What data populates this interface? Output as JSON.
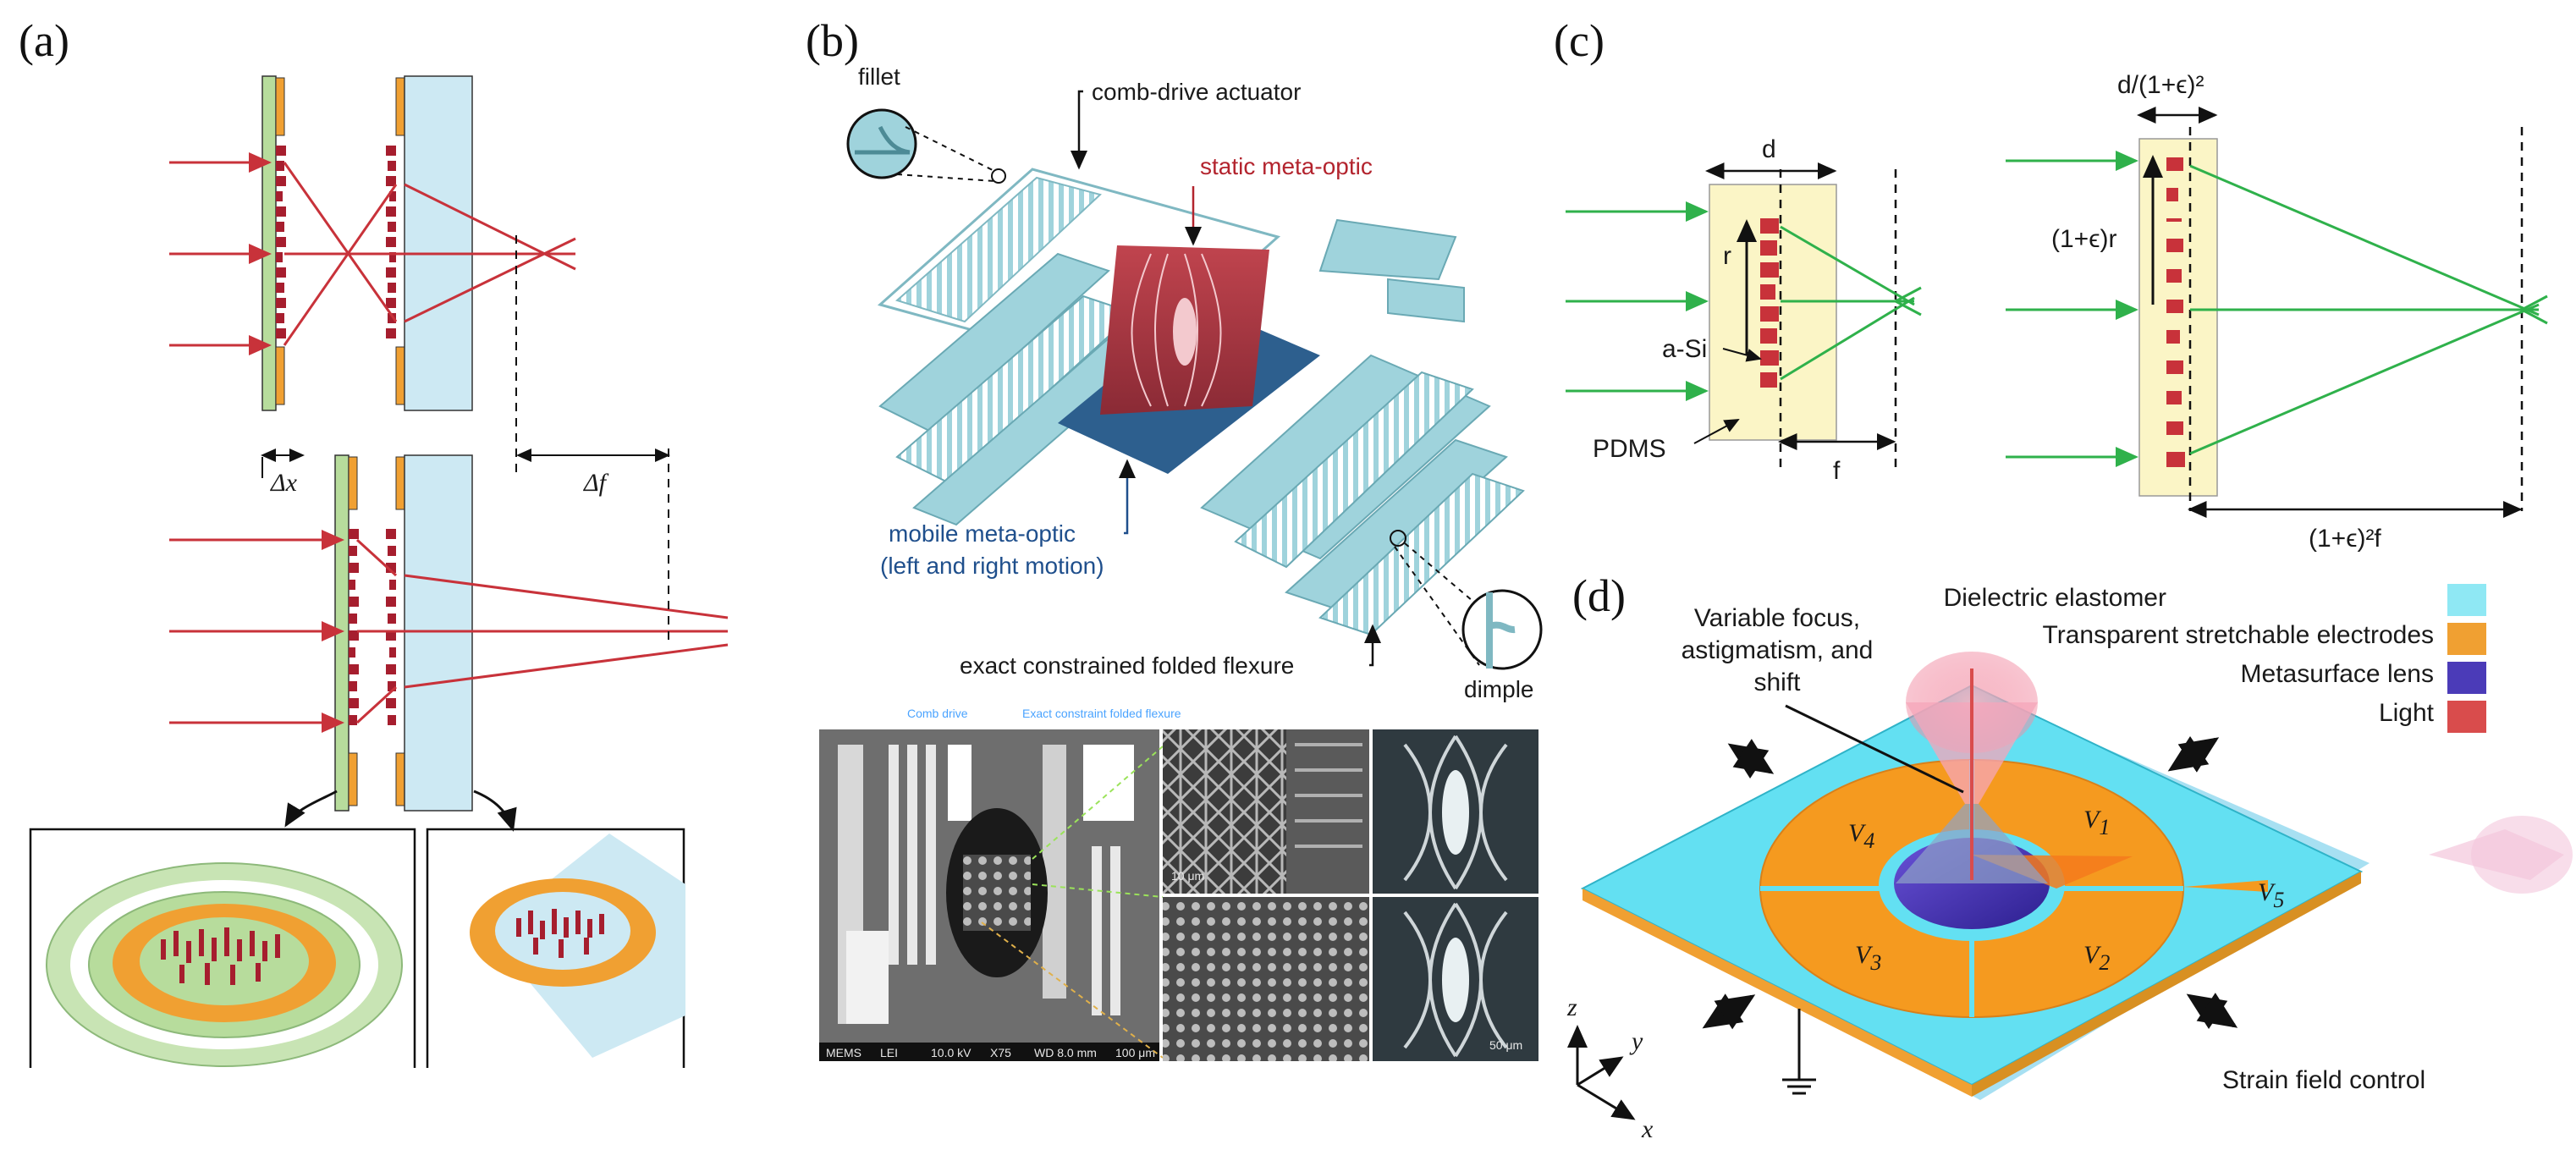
{
  "panels": {
    "a": {
      "label": "(a)",
      "delta_x": "Δx",
      "delta_f": "Δf"
    },
    "b": {
      "label": "(b)",
      "fillet": "fillet",
      "comb_drive_actuator": "comb-drive actuator",
      "static_meta_optic": "static meta-optic",
      "mobile_meta_optic_1": "mobile meta-optic",
      "mobile_meta_optic_2": "(left and right motion)",
      "flexure": "exact constrained folded flexure",
      "dimple": "dimple",
      "sem": {
        "comb_drive": "Comb drive",
        "flexure": "Exact constraint folded flexure",
        "footer": [
          "MEMS",
          "LEI",
          "10.0 kV",
          "X75",
          "WD 8.0 mm",
          "100 μm"
        ],
        "scale_10": "10 μm",
        "scale_50": "50 μm"
      }
    },
    "c": {
      "label": "(c)",
      "d": "d",
      "r": "r",
      "a_si": "a-Si",
      "pdms": "PDMS",
      "f": "f",
      "d_scaled": "d/(1+ϵ)²",
      "r_scaled": "(1+ϵ)r",
      "f_scaled": "(1+ϵ)²f"
    },
    "d": {
      "label": "(d)",
      "legend": [
        {
          "label": "Dielectric elastomer",
          "color": "#8fe8f4"
        },
        {
          "label": "Transparent stretchable electrodes",
          "color": "#f0a032"
        },
        {
          "label": "Metasurface lens",
          "color": "#4b3bb8"
        },
        {
          "label": "Light",
          "color": "#d94c4c"
        }
      ],
      "annotation_1": "Variable focus,",
      "annotation_2": "astigmatism, and",
      "annotation_3": "shift",
      "v1": "V",
      "v1_sub": "1",
      "v2": "V",
      "v2_sub": "2",
      "v3": "V",
      "v3_sub": "3",
      "v4": "V",
      "v4_sub": "4",
      "v5": "V",
      "v5_sub": "5",
      "axis_z": "z",
      "axis_y": "y",
      "axis_x": "x",
      "strain": "Strain field control"
    }
  },
  "colors": {
    "ray_red": "#c8323a",
    "ray_green": "#2fb14b",
    "glass_blue": "#cde9f3",
    "substrate_green": "#b7dc9c",
    "electrode_orange": "#f0a032",
    "pillar_red": "#a61e2e",
    "device_cyan": "#9fd3dc",
    "pdms_yellow": "#fbf5c6",
    "elastomer_cyan": "#63e0f2"
  }
}
